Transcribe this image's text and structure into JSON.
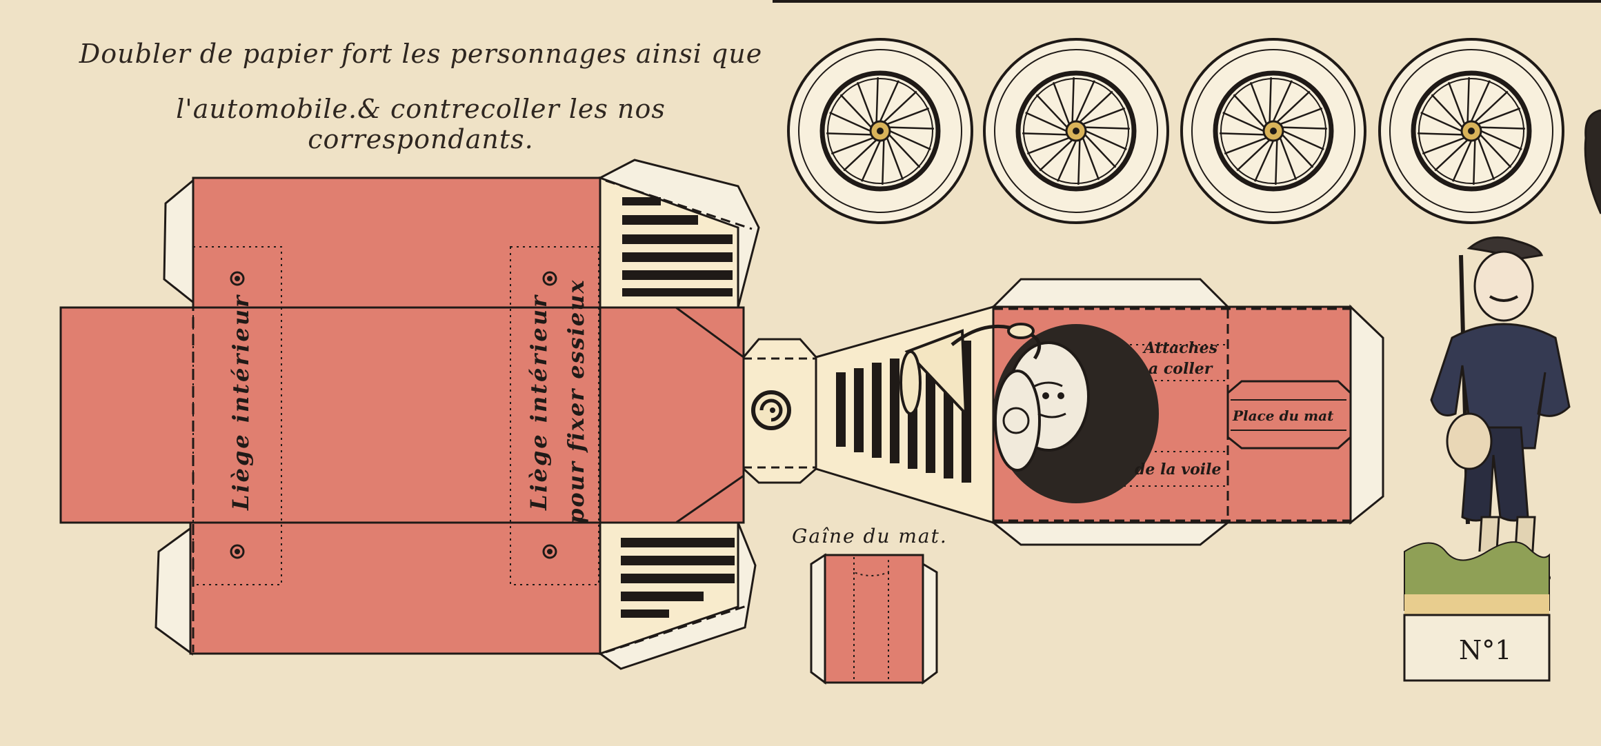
{
  "instructions": {
    "line1": "Doubler de papier fort les personnages ainsi que",
    "line2": "l'automobile.& contrecoller les nos correspondants."
  },
  "labels": {
    "liege_left": "Liège intérieur",
    "liege_right_1": "Liège intérieur",
    "liege_right_2": "pour fixer essieux",
    "attaches_1": "Attaches",
    "attaches_2": "a coller",
    "place_du_mat": "Place du mat",
    "de_la_voile": "de la voile",
    "gaine_du_mat": "Gaîne du mat.",
    "figure_number": "N°1"
  },
  "colors": {
    "paper": "#efe2c6",
    "body_red": "#e07f70",
    "cream": "#f8ebcc",
    "ink": "#1f1a17"
  }
}
